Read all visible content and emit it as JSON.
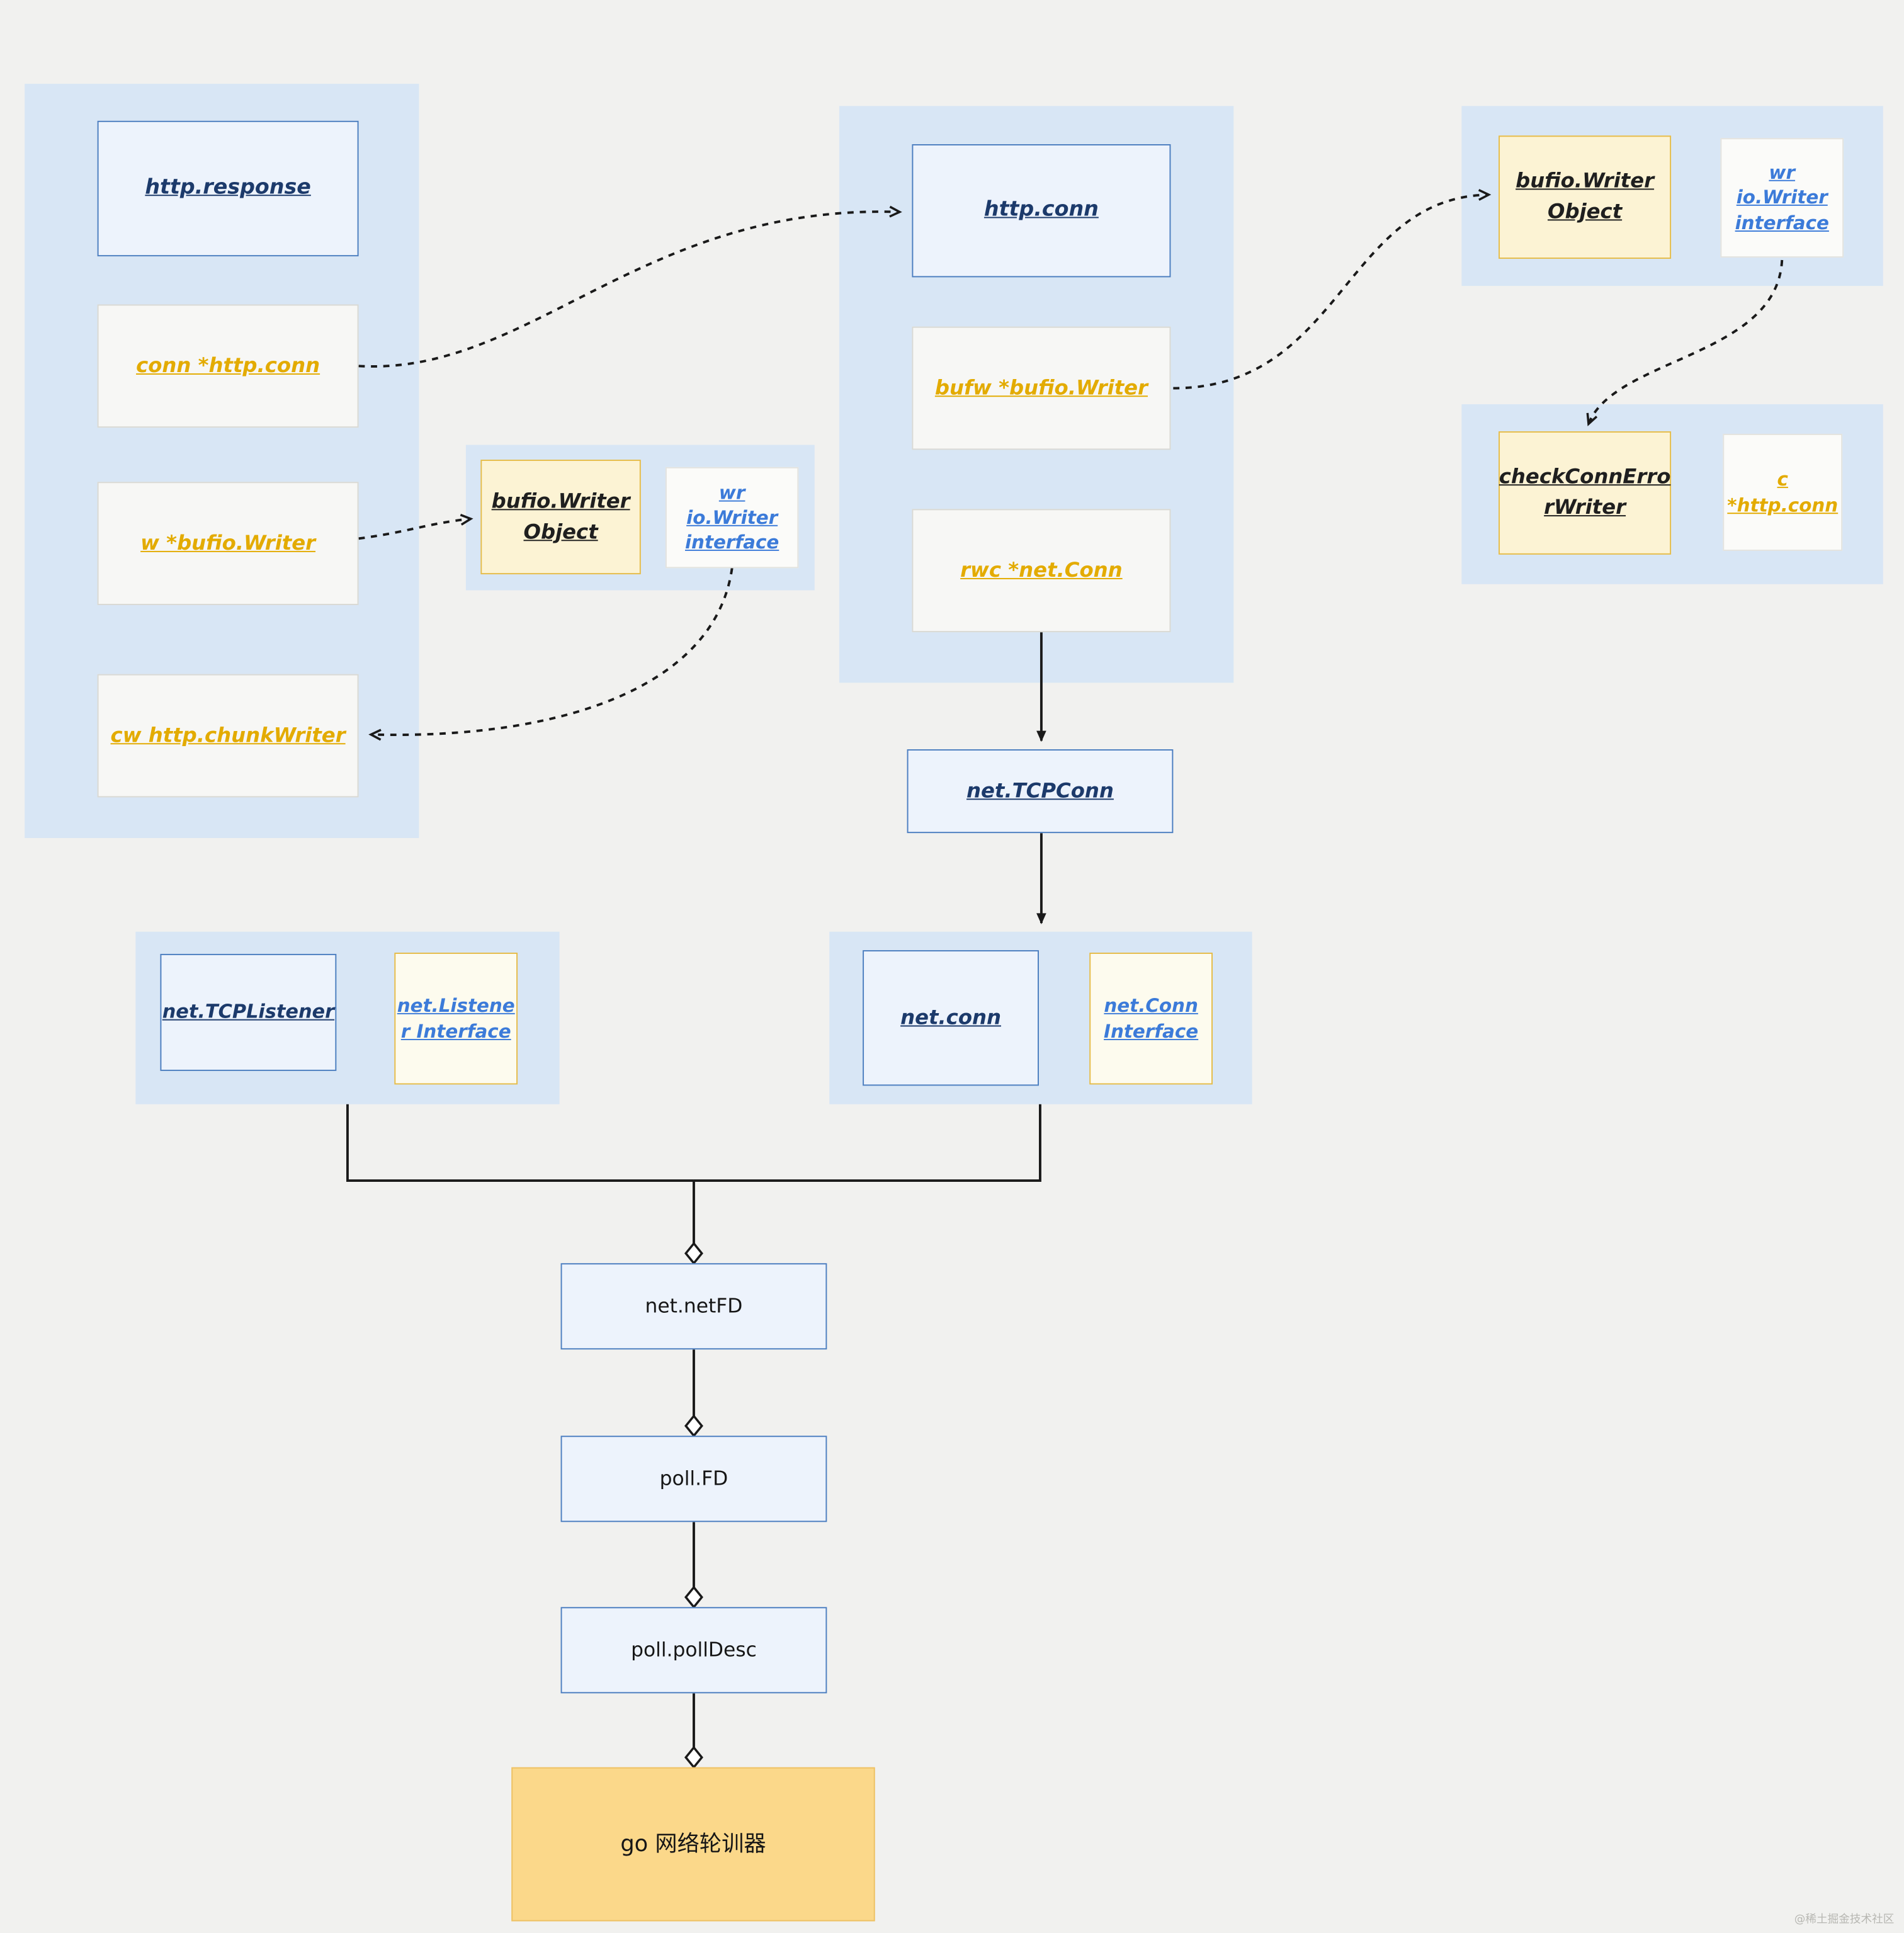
{
  "watermark": "@稀土掘金技术社区",
  "nodes": {
    "httpResponse": "http.response",
    "connHttpConn": "conn *http.conn",
    "wBufioWriter": "w *bufio.Writer",
    "cwHttpChunkWriter": "cw http.chunkWriter",
    "bufioWriterObjectMid": "bufio.Writer\nObject",
    "wrIoWriterInterfaceMid": "wr\nio.Writer\ninterface",
    "httpConn": "http.conn",
    "bufwBufioWriter": "bufw *bufio.Writer",
    "rwcNetConn": "rwc  *net.Conn",
    "bufioWriterObjectRight": "bufio.Writer\nObject",
    "wrIoWriterInterfaceRight": "wr\nio.Writer\ninterface",
    "checkConnErrorWriter": "checkConnErro\nrWriter",
    "cHttpConn": "c\n*http.conn",
    "netTcpConn": "net.TCPConn",
    "netTcpListener": "net.TCPListener",
    "netListenerInterface": "net.Listene\nr Interface",
    "netConn": "net.conn",
    "netConnInterface": "net.Conn\nInterface",
    "netNetFD": "net.netFD",
    "pollFD": "poll.FD",
    "pollPollDesc": "poll.pollDesc",
    "goNetPoller": "go 网络轮训器"
  },
  "colors": {
    "pageBg": "#f1f1ef",
    "containerBlue": "#d8e6f5",
    "blueFill": "#edf3fc",
    "blueBorder": "#4d7fc0",
    "grayFill": "#f7f7f5",
    "grayBorder": "#d9d9d4",
    "yellowFill": "#fcf3d4",
    "yellowLightFill": "#fdfbee",
    "yellowBorder": "#e5bc4a",
    "whiteFill": "#fbfbf9",
    "whiteBorder": "#e3e3df",
    "orangeFill": "#fbd88a",
    "orangeBorder": "#edc265",
    "navyText": "#1c3a6b",
    "goldText": "#e3ab00",
    "blueText": "#3c7bd9",
    "edgeColor": "#1a1a1a"
  }
}
